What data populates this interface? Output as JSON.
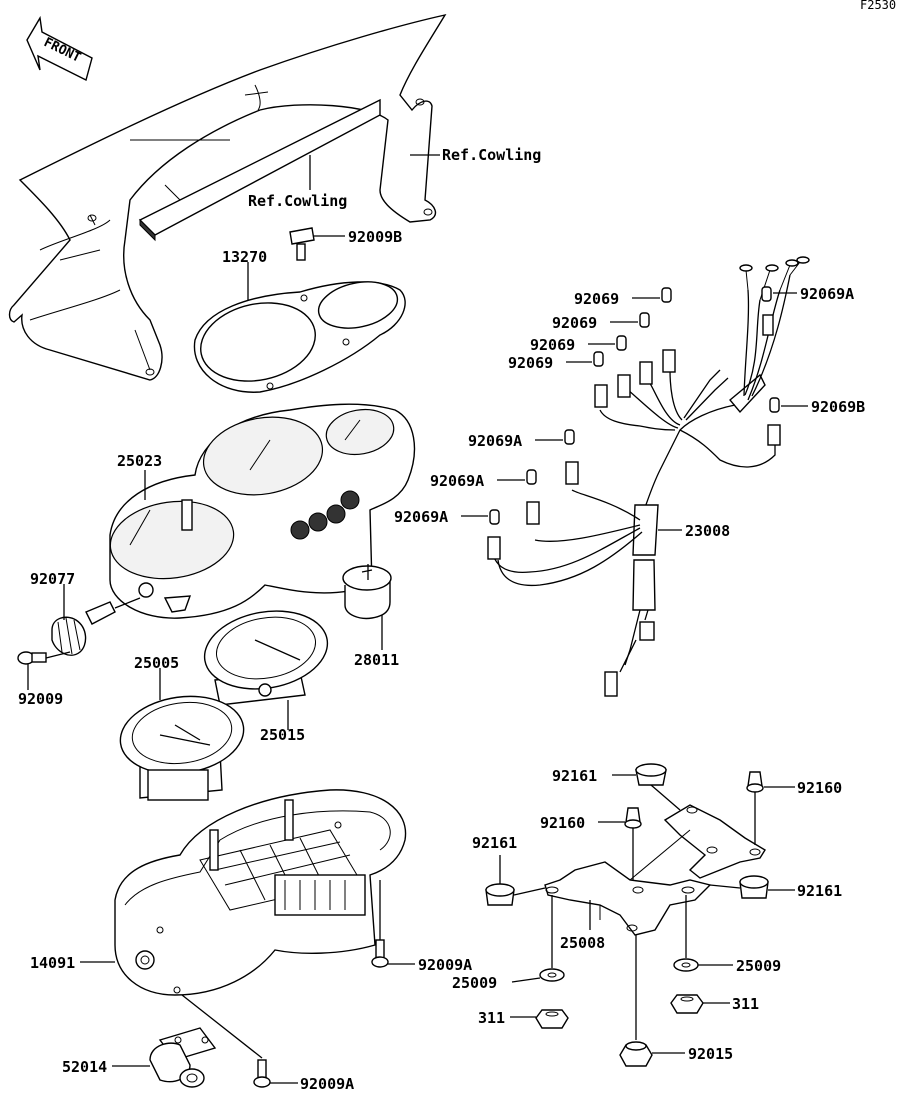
{
  "figure_id": "F2530",
  "front_label": "FRONT",
  "ref_labels": {
    "cowling_right": "Ref.Cowling",
    "cowling_center": "Ref.Cowling"
  },
  "part_labels": {
    "p_92009B": "92009B",
    "p_13270": "13270",
    "p_25023": "25023",
    "p_92077": "92077",
    "p_92009": "92009",
    "p_25005": "25005",
    "p_28011": "28011",
    "p_25015": "25015",
    "p_14091": "14091",
    "p_92009A_1": "92009A",
    "p_52014": "52014",
    "p_92009A_2": "92009A",
    "p_92069_1": "92069",
    "p_92069_2": "92069",
    "p_92069_3": "92069",
    "p_92069_4": "92069",
    "p_92069A_top": "92069A",
    "p_92069B": "92069B",
    "p_92069A_1": "92069A",
    "p_92069A_2": "92069A",
    "p_92069A_3": "92069A",
    "p_23008": "23008",
    "p_92161_top": "92161",
    "p_92160_right": "92160",
    "p_92160_mid": "92160",
    "p_92161_left": "92161",
    "p_92161_right": "92161",
    "p_25008": "25008",
    "p_25009_left": "25009",
    "p_25009_right": "25009",
    "p_311_left": "311",
    "p_311_right": "311",
    "p_92015": "92015"
  }
}
